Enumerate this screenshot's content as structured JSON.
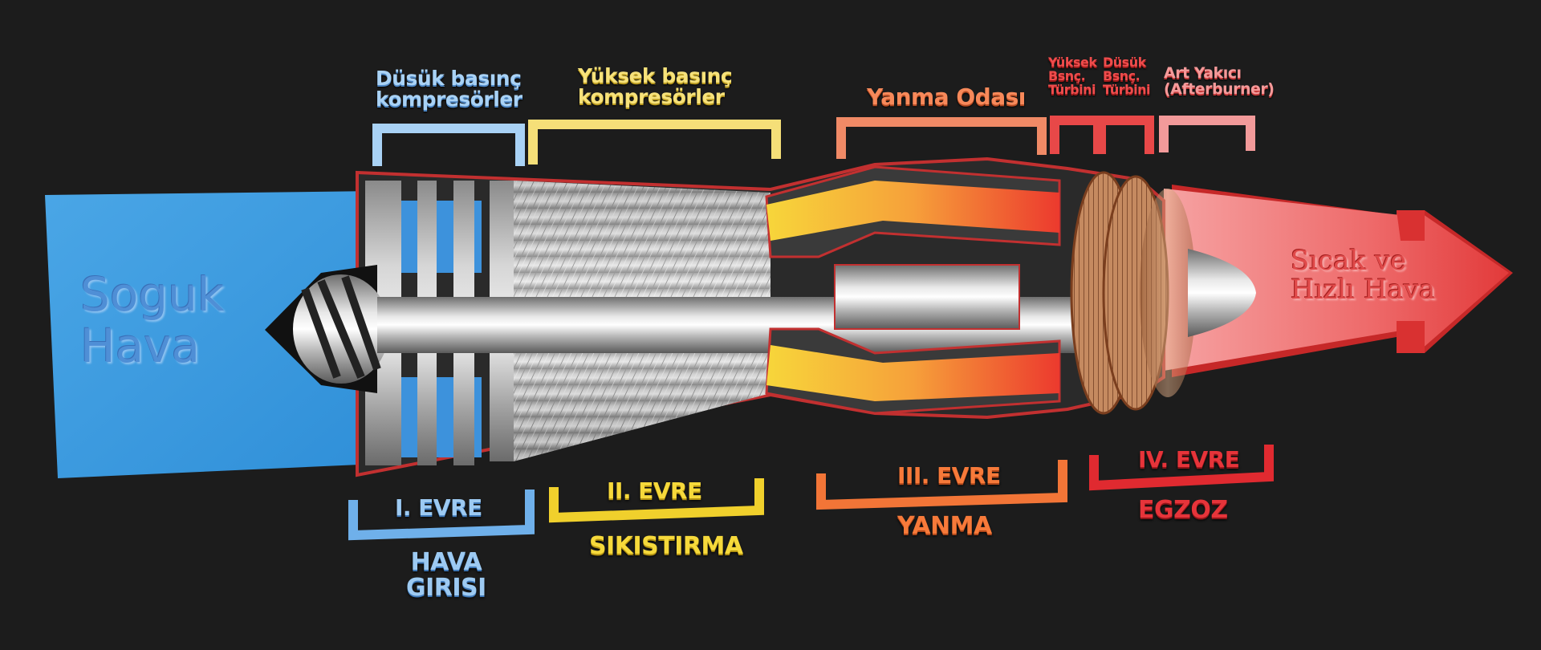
{
  "diagram": {
    "subject": "Turbojet engine cutaway",
    "background_color": "#1c1c1c",
    "inlet_arrow": {
      "label_line1": "Soguk",
      "label_line2": "Hava",
      "color": "#3d9be0"
    },
    "outlet_arrow": {
      "label_line1": "Sıcak ve",
      "label_line2": "Hızlı Hava",
      "color": "#ec4f4f"
    },
    "top_labels": {
      "low_pressure_compressor": {
        "line1": "Düsük basınç",
        "line2": "kompresörler",
        "color": "#a9d2f5"
      },
      "high_pressure_compressor": {
        "line1": "Yüksek basınç",
        "line2": "kompresörler",
        "color": "#f7e27a"
      },
      "combustion_chamber": {
        "line1": "Yanma Odası",
        "color": "#f7895a"
      },
      "high_pressure_turbine": {
        "line1": "Yüksek",
        "line2": "Bsnç.",
        "line3": "Türbini",
        "color": "#ef4c4c"
      },
      "low_pressure_turbine": {
        "line1": "Düsük",
        "line2": "Bsnç.",
        "line3": "Türbini",
        "color": "#ef4c4c"
      },
      "afterburner": {
        "line1": "Art Yakıcı",
        "line2": "(Afterburner)",
        "color": "#f49a9a"
      }
    },
    "stages": [
      {
        "stage": "I. EVRE",
        "name_line1": "HAVA",
        "name_line2": "GIRISI",
        "color": "#9dcaf2"
      },
      {
        "stage": "II. EVRE",
        "name_line1": "SIKISTIRMA",
        "color": "#f6d93b"
      },
      {
        "stage": "III. EVRE",
        "name_line1": "YANMA",
        "color": "#f77a3a"
      },
      {
        "stage": "IV. EVRE",
        "name_line1": "EGZOZ",
        "color": "#e6343a"
      }
    ]
  }
}
